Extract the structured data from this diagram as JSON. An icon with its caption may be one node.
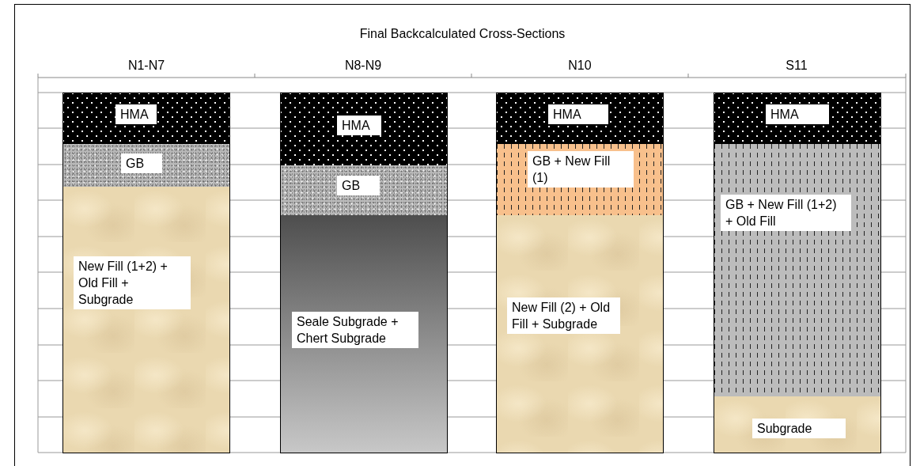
{
  "diagram": {
    "title": "Final Backcalculated Cross-Sections",
    "nodes": [
      {
        "text": [
          "N1-N7"
        ]
      },
      {
        "text": [
          "HMA"
        ],
        "in": 0
      },
      {
        "text": [
          "GB"
        ],
        "in": 0
      },
      {
        "text": [
          "New Fill (1+2) + Old Fill + Subgrade"
        ],
        "in": 0
      },
      {
        "text": [
          "N8-N9"
        ]
      },
      {
        "text": [
          "HMA"
        ],
        "in": 4
      },
      {
        "text": [
          "GB"
        ],
        "in": 4
      },
      {
        "text": [
          "Seale Subgrade + Chert Subgrade"
        ],
        "in": 4
      },
      {
        "text": [
          "N10"
        ]
      },
      {
        "text": [
          "HMA"
        ],
        "in": 8
      },
      {
        "text": [
          "GB + New Fill (1)"
        ],
        "in": 8
      },
      {
        "text": [
          "New Fill (2) + Old Fill + Subgrade"
        ],
        "in": 8
      },
      {
        "text": [
          "S11"
        ]
      },
      {
        "text": [
          "HMA"
        ],
        "in": 12
      },
      {
        "text": [
          "GB + New Fill (1+2) + Old Fill"
        ],
        "in": 12
      },
      {
        "text": [
          "Subgrade"
        ],
        "in": 12
      }
    ]
  }
}
